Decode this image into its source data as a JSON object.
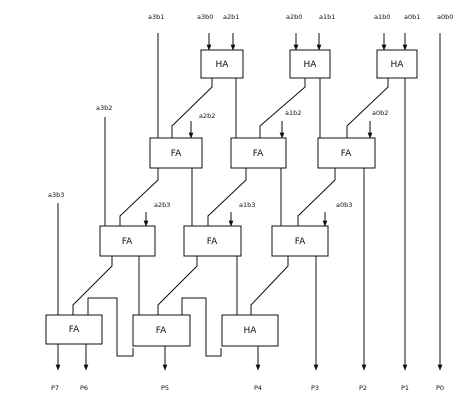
{
  "blocks": [
    {
      "id": "ha1",
      "label": "HA"
    },
    {
      "id": "ha2",
      "label": "HA"
    },
    {
      "id": "ha3",
      "label": "HA"
    },
    {
      "id": "fa1",
      "label": "FA"
    },
    {
      "id": "fa2",
      "label": "FA"
    },
    {
      "id": "fa3",
      "label": "FA"
    },
    {
      "id": "fa4",
      "label": "FA"
    },
    {
      "id": "fa5",
      "label": "FA"
    },
    {
      "id": "fa6",
      "label": "FA"
    },
    {
      "id": "fa7",
      "label": "FA"
    },
    {
      "id": "fa8",
      "label": "FA"
    },
    {
      "id": "ha4",
      "label": "HA"
    }
  ],
  "signals": {
    "a3b1": "a3b1",
    "a3b0": "a3b0",
    "a2b1": "a2b1",
    "a2b0": "a2b0",
    "a1b1": "a1b1",
    "a1b0": "a1b0",
    "a0b1": "a0b1",
    "a0b0": "a0b0",
    "a3b2": "a3b2",
    "a2b2": "a2b2",
    "a1b2": "a1b2",
    "a0b2": "a0b2",
    "a3b3": "a3b3",
    "a2b3": "a2b3",
    "a1b3": "a1b3",
    "a0b3": "a0b3"
  },
  "outputs": {
    "p7": "P7",
    "p6": "P6",
    "p5": "P5",
    "p4": "P4",
    "p3": "P3",
    "p2": "P2",
    "p1": "P1",
    "p0": "P0"
  }
}
